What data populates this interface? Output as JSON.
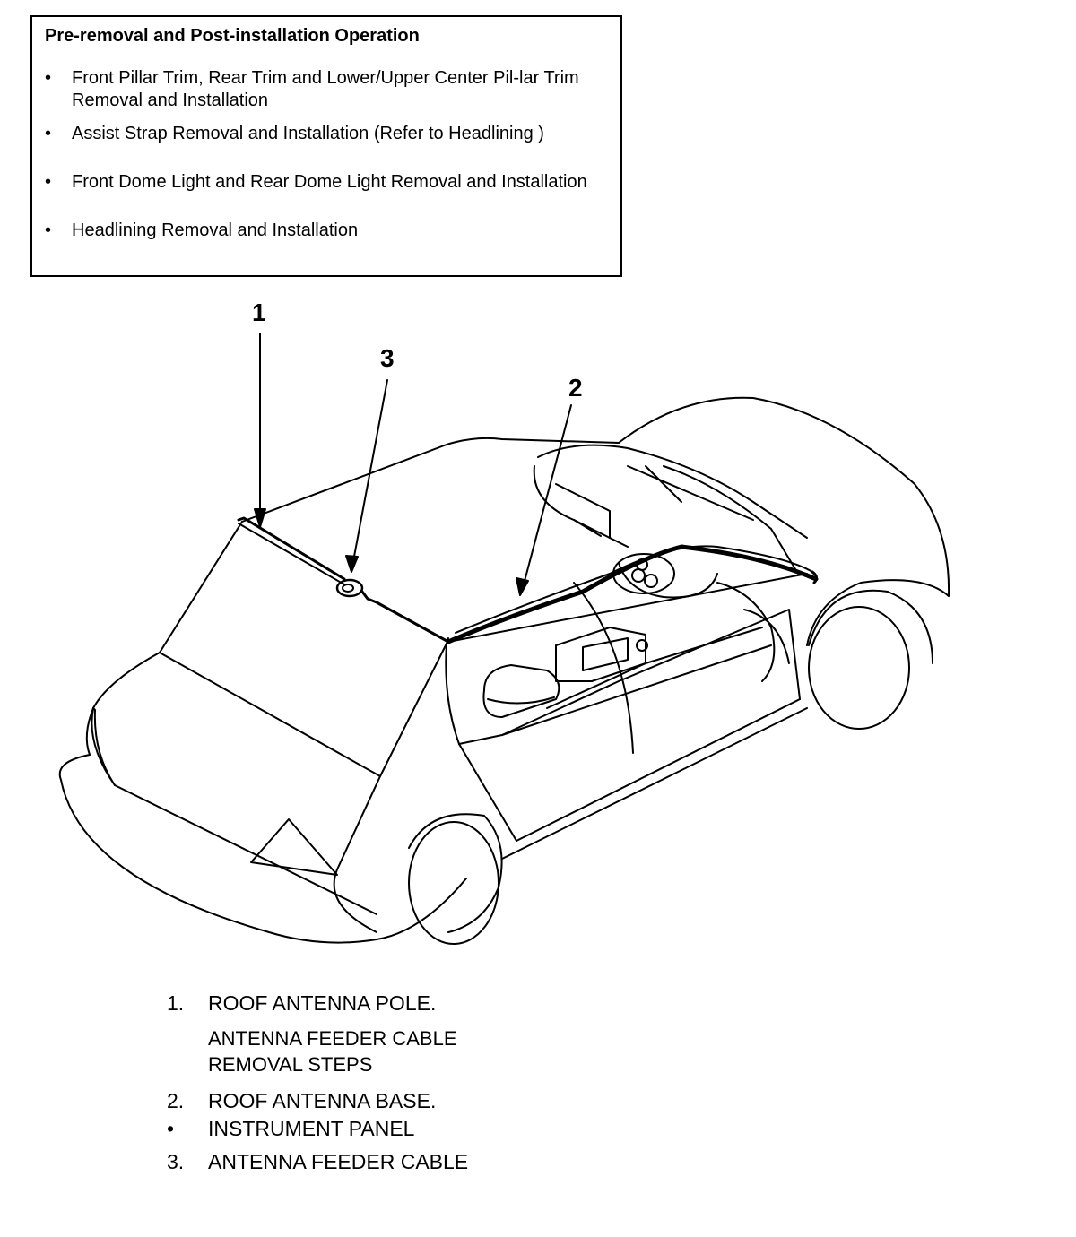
{
  "note": {
    "title": "Pre-removal and Post-installation Operation",
    "bullet": "•",
    "items": [
      "Front Pillar Trim, Rear Trim and Lower/Upper Center Pil-lar Trim Removal and Installation",
      "Assist Strap Removal and Installation (Refer to Headlining )",
      "Front Dome Light and Rear Dome Light Removal and Installation",
      "Headlining Removal and Installation"
    ]
  },
  "callouts": [
    "1",
    "2",
    "3"
  ],
  "legend": {
    "item1_num": "1.",
    "item1_label": "ROOF ANTENNA POLE.",
    "steps_line1": "ANTENNA FEEDER CABLE",
    "steps_line2": "REMOVAL STEPS",
    "item2_num": "2.",
    "item2_label": "ROOF ANTENNA BASE.",
    "bullet_num": "•",
    "bullet_label": "INSTRUMENT PANEL",
    "item3_num": "3.",
    "item3_label": "ANTENNA FEEDER CABLE"
  }
}
